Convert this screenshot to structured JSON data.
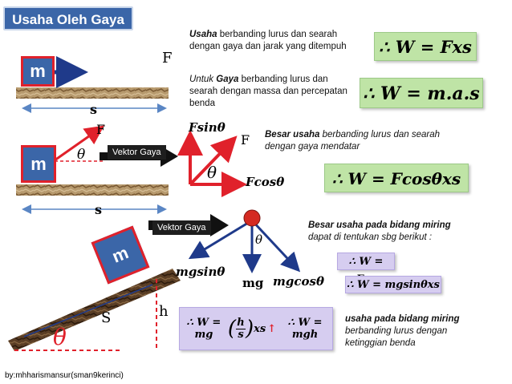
{
  "title": "Usaha Oleh Gaya",
  "credit": "by:mhharismansur(sman9kerinci)",
  "notes": {
    "n1_bold": "Usaha",
    "n1_rest": " berbanding lurus dan searah dengan gaya dan jarak yang ditempuh",
    "n2_lead": "Untuk ",
    "n2_bold": "Gaya",
    "n2_rest": " berbanding lurus dan searah dengan massa dan percepatan benda",
    "n3_bold": "Besar usaha",
    "n3_rest": "  berbanding lurus dan searah dengan gaya mendatar",
    "n4_bold": "Besar usaha pada bidang miring",
    "n4_rest": " dapat di tentukan sbg berikut :",
    "n5_bold": "usaha pada bidang miring",
    "n5_rest": " berbanding lurus dengan ketinggian benda"
  },
  "formulas": {
    "f1": "∴ W = Fxs",
    "f2": "∴ W = m.a.s",
    "f3": "∴ W = Fcosθxs",
    "f4": "∴ W = Fxs",
    "f5": "∴ W = mgsinθxs",
    "f6_left": "∴ W = mg",
    "f6_num": "h",
    "f6_den": "s",
    "f6_mid": "xs",
    "f6_right": "∴ W = mgh"
  },
  "tags": {
    "vektor1": "Vektor Gaya",
    "vektor2": "Vektor Gaya"
  },
  "labels": {
    "m": "m",
    "F": "F",
    "s_lower": "s",
    "S_upper": "S",
    "h": "h",
    "theta": "θ",
    "fsin": "Fsinθ",
    "fcos": "Fcosθ",
    "mgsin": "mgsinθ",
    "mg": "mg",
    "mgcos": "mgcosθ"
  },
  "colors": {
    "title_bg": "#3b66a8",
    "box_border": "#e0212b",
    "arrow_red": "#e0212b",
    "arrow_blue": "#1f3a8a",
    "green_formula": "#bfe4a6",
    "purple_formula": "#d6cdf0"
  }
}
